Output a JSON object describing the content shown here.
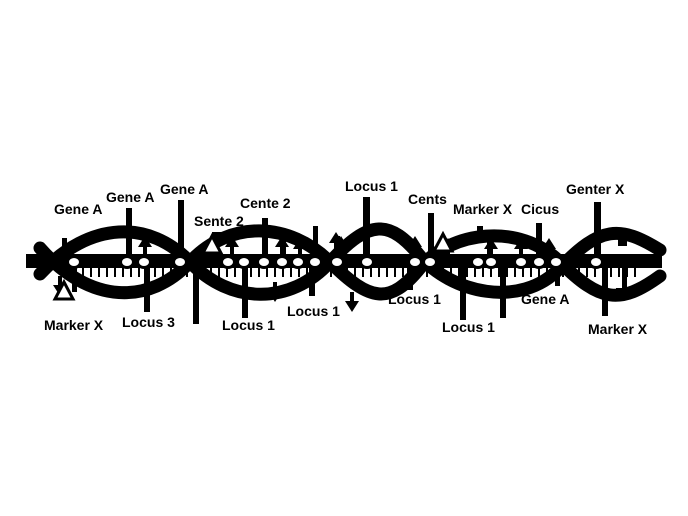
{
  "colors": {
    "ink": "#000000",
    "paper": "#ffffff"
  },
  "labels": [
    "Gene A",
    "Gene A",
    "Gene A",
    "Sente 2",
    "Cente 2",
    "Locus 1",
    "Cents",
    "Marker X",
    "Cicus",
    "Genter X",
    "Marker X",
    "Locus 3",
    "Locus 1",
    "Locus 1",
    "Locus 1",
    "Locus 1",
    "Gene A",
    "Marker X"
  ],
  "icons": [
    "circle-marker-icon",
    "up-arrow-icon",
    "down-arrow-icon",
    "triangle-marker-icon"
  ]
}
